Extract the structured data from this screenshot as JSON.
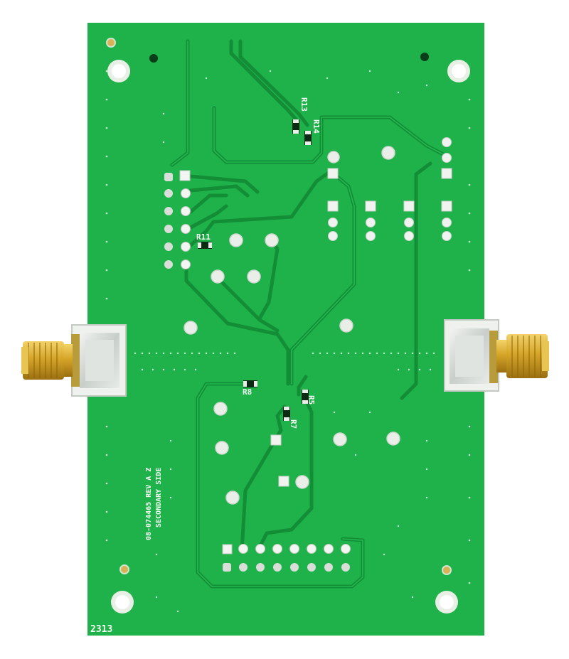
{
  "board": {
    "colors": {
      "solder_mask": "#1fb24a",
      "trace": "#159a3b",
      "trace_edge": "#0d6e2a",
      "silkscreen": "#f4fff4",
      "pad_metal": "#d9dfd8",
      "connector_gold": "#d6a628",
      "background": "#ffffff"
    },
    "silkscreen_text": {
      "part_number": "08-074465 REV A Z",
      "side": "SECONDARY SIDE",
      "board_code": "2313",
      "designators": [
        "R11",
        "R13",
        "R14",
        "R8",
        "R7",
        "R5"
      ]
    },
    "connectors": [
      {
        "name": "sma-left",
        "type": "SMA edge-launch"
      },
      {
        "name": "sma-right",
        "type": "SMA edge-launch"
      }
    ],
    "mounting_holes": 4
  }
}
